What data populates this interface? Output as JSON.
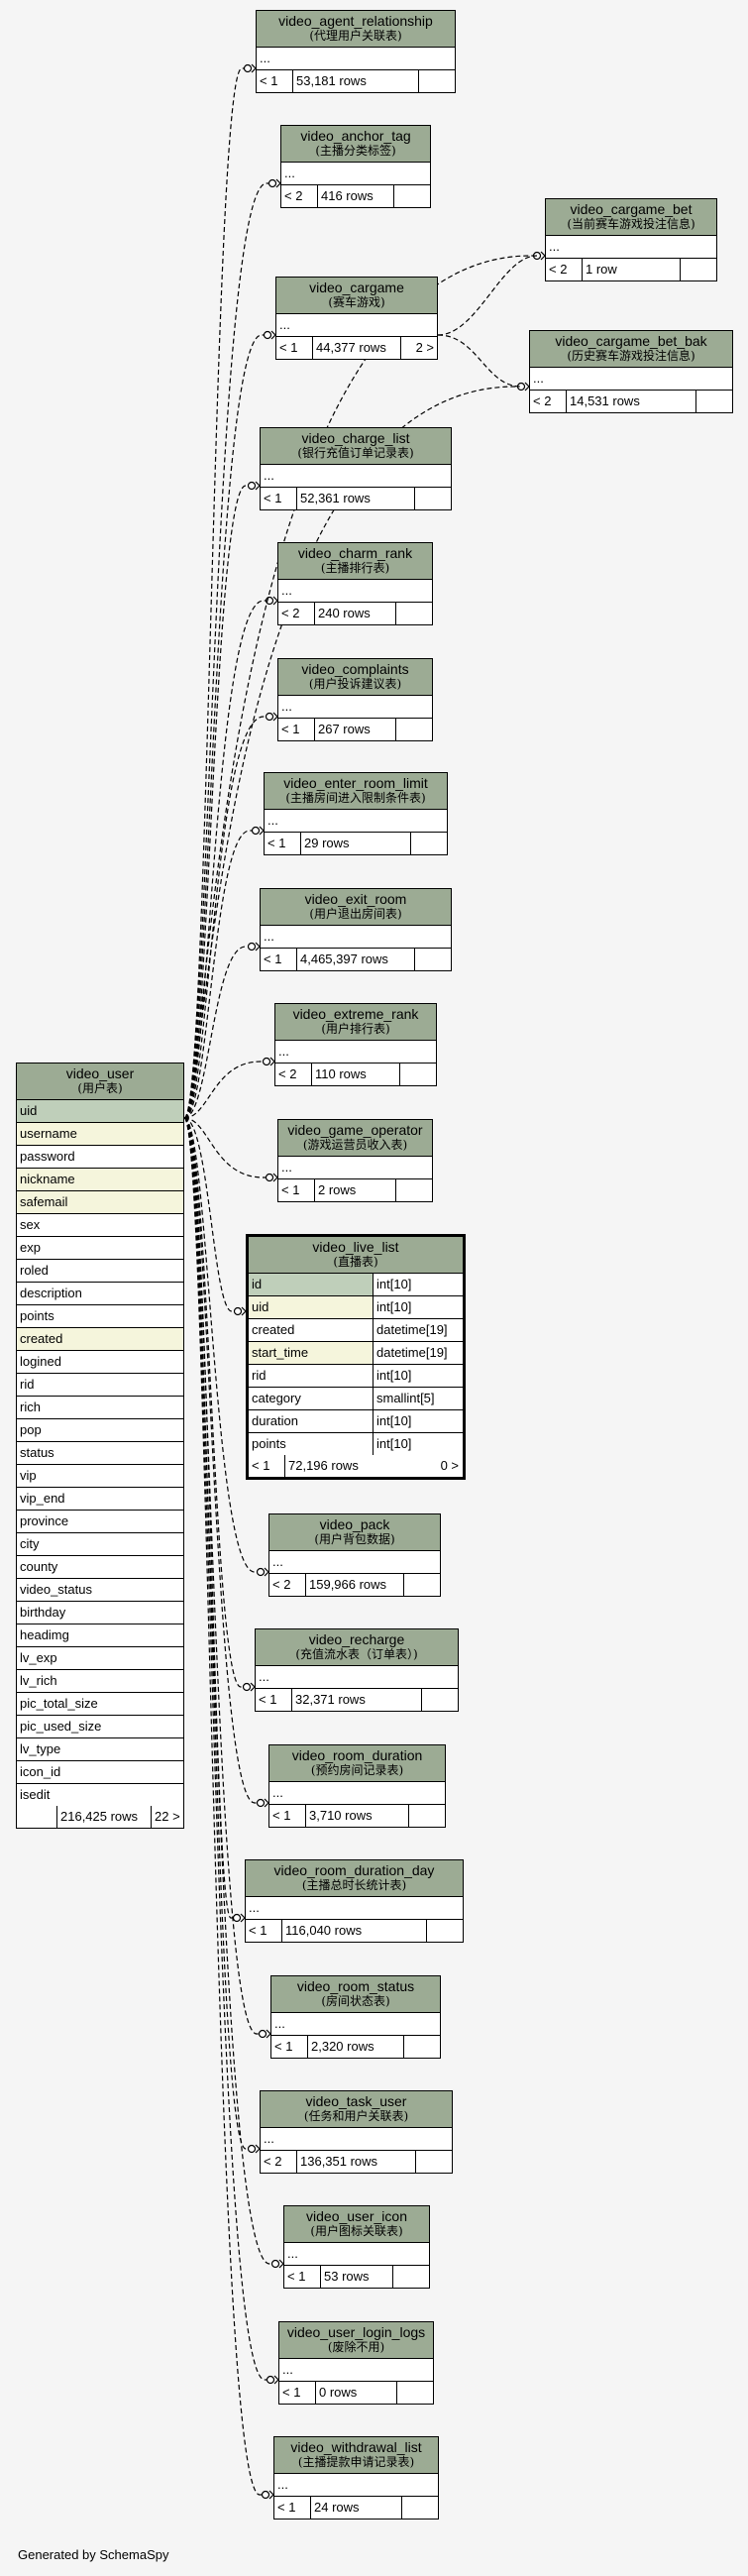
{
  "video_user": {
    "name": "video_user",
    "comment": "(用户表)",
    "columns": [
      "uid",
      "username",
      "password",
      "nickname",
      "safemail",
      "sex",
      "exp",
      "roled",
      "description",
      "points",
      "created",
      "logined",
      "rid",
      "rich",
      "pop",
      "status",
      "vip",
      "vip_end",
      "province",
      "city",
      "county",
      "video_status",
      "birthday",
      "headimg",
      "lv_exp",
      "lv_rich",
      "pic_total_size",
      "pic_used_size",
      "lv_type",
      "icon_id",
      "isedit"
    ],
    "rows": "216,425 rows",
    "children": "22 >"
  },
  "video_live_list": {
    "name": "video_live_list",
    "comment": "(直播表)",
    "columns": [
      {
        "name": "id",
        "type": "int[10]"
      },
      {
        "name": "uid",
        "type": "int[10]"
      },
      {
        "name": "created",
        "type": "datetime[19]"
      },
      {
        "name": "start_time",
        "type": "datetime[19]"
      },
      {
        "name": "rid",
        "type": "int[10]"
      },
      {
        "name": "category",
        "type": "smallint[5]"
      },
      {
        "name": "duration",
        "type": "int[10]"
      },
      {
        "name": "points",
        "type": "int[10]"
      }
    ],
    "parents": "< 1",
    "rows": "72,196 rows",
    "children": "0 >"
  },
  "tables": [
    {
      "name": "video_agent_relationship",
      "comment": "(代理用户关联表)",
      "parents": "< 1",
      "rows": "53,181 rows"
    },
    {
      "name": "video_anchor_tag",
      "comment": "(主播分类标签)",
      "parents": "< 2",
      "rows": "416 rows"
    },
    {
      "name": "video_cargame_bet",
      "comment": "(当前赛车游戏投注信息)",
      "parents": "< 2",
      "rows": "1 row"
    },
    {
      "name": "video_cargame",
      "comment": "(赛车游戏)",
      "parents": "< 1",
      "rows": "44,377 rows",
      "children": "2 >"
    },
    {
      "name": "video_cargame_bet_bak",
      "comment": "(历史赛车游戏投注信息)",
      "parents": "< 2",
      "rows": "14,531 rows"
    },
    {
      "name": "video_charge_list",
      "comment": "(银行充值订单记录表)",
      "parents": "< 1",
      "rows": "52,361 rows"
    },
    {
      "name": "video_charm_rank",
      "comment": "(主播排行表)",
      "parents": "< 2",
      "rows": "240 rows"
    },
    {
      "name": "video_complaints",
      "comment": "(用户投诉建议表)",
      "parents": "< 1",
      "rows": "267 rows"
    },
    {
      "name": "video_enter_room_limit",
      "comment": "(主播房间进入限制条件表)",
      "parents": "< 1",
      "rows": "29 rows"
    },
    {
      "name": "video_exit_room",
      "comment": "(用户退出房间表)",
      "parents": "< 1",
      "rows": "4,465,397 rows"
    },
    {
      "name": "video_extreme_rank",
      "comment": "(用户排行表)",
      "parents": "< 2",
      "rows": "110 rows"
    },
    {
      "name": "video_game_operator",
      "comment": "(游戏运营员收入表)",
      "parents": "< 1",
      "rows": "2 rows"
    },
    {
      "name": "video_pack",
      "comment": "(用户背包数据)",
      "parents": "< 2",
      "rows": "159,966 rows"
    },
    {
      "name": "video_recharge",
      "comment": "(充值流水表（订单表）)",
      "parents": "< 1",
      "rows": "32,371 rows"
    },
    {
      "name": "video_room_duration",
      "comment": "(预约房间记录表)",
      "parents": "< 1",
      "rows": "3,710 rows"
    },
    {
      "name": "video_room_duration_day",
      "comment": "(主播总时长统计表)",
      "parents": "< 1",
      "rows": "116,040 rows"
    },
    {
      "name": "video_room_status",
      "comment": "(房间状态表)",
      "parents": "< 1",
      "rows": "2,320 rows"
    },
    {
      "name": "video_task_user",
      "comment": "(任务和用户关联表)",
      "parents": "< 2",
      "rows": "136,351 rows"
    },
    {
      "name": "video_user_icon",
      "comment": "(用户图标关联表)",
      "parents": "< 1",
      "rows": "53 rows"
    },
    {
      "name": "video_user_login_logs",
      "comment": "(废除不用)",
      "parents": "< 1",
      "rows": "0 rows"
    },
    {
      "name": "video_withdrawal_list",
      "comment": "(主播提款申请记录表)",
      "parents": "< 1",
      "rows": "24 rows"
    }
  ],
  "ellipsis": "...",
  "footer": "Generated by SchemaSpy"
}
